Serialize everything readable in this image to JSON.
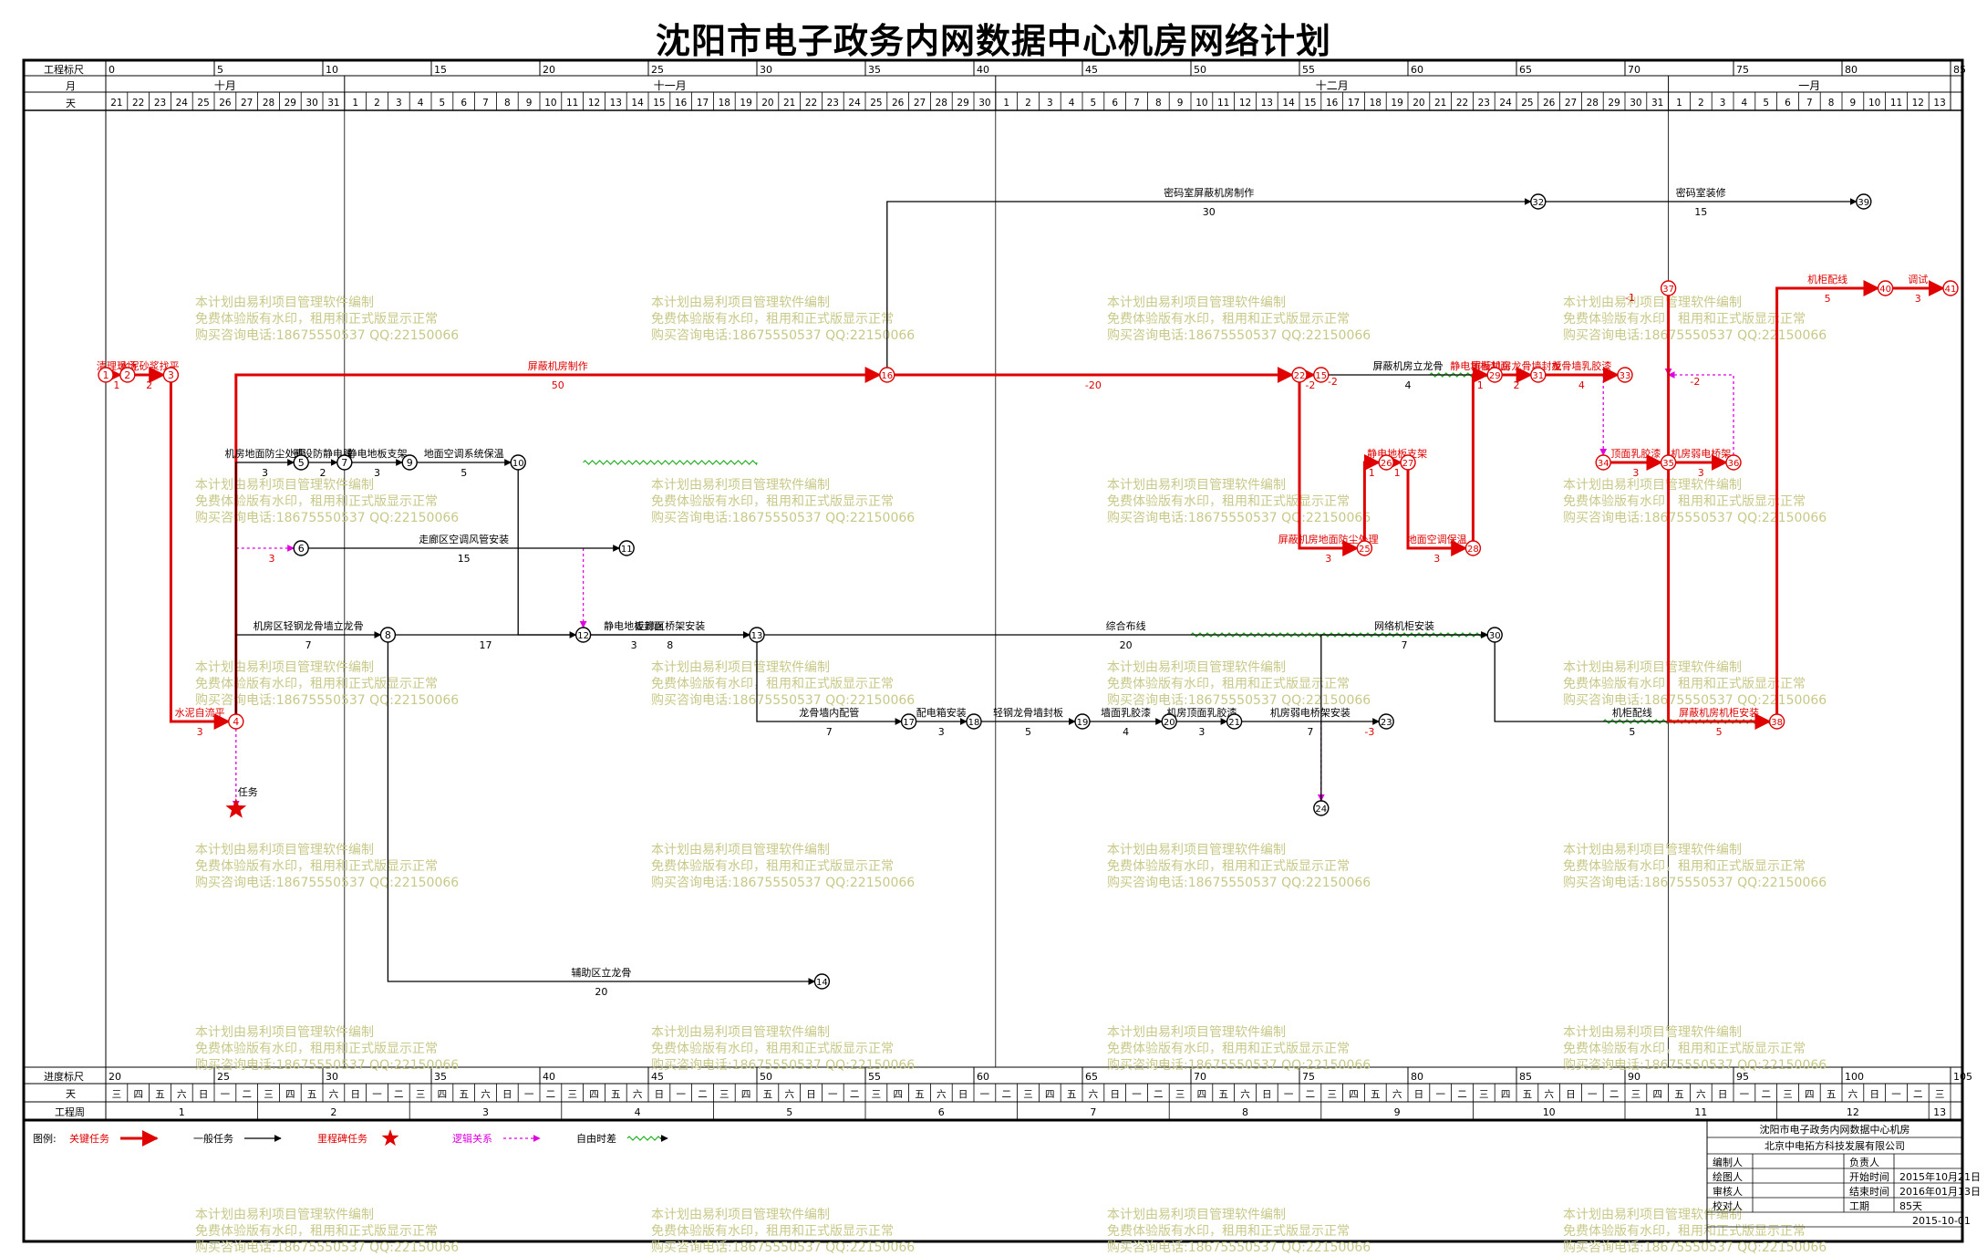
{
  "title": "沈阳市电子政务内网数据中心机房网络计划",
  "header_labels": {
    "scale": "工程标尺",
    "month": "月",
    "day": "天"
  },
  "footer_labels": {
    "progress": "进度标尺",
    "day": "天",
    "week": "工程周"
  },
  "months": [
    {
      "label": "十月",
      "start": 0,
      "end": 11
    },
    {
      "label": "十一月",
      "start": 11,
      "end": 41
    },
    {
      "label": "十二月",
      "start": 41,
      "end": 72
    },
    {
      "label": "一月",
      "start": 72,
      "end": 85
    }
  ],
  "top_scale": [
    "0",
    "5",
    "10",
    "15",
    "20",
    "25",
    "30",
    "35",
    "40",
    "45",
    "50",
    "55",
    "60",
    "65",
    "70",
    "75",
    "80",
    "85"
  ],
  "bottom_scale": [
    "20",
    "25",
    "30",
    "35",
    "40",
    "45",
    "50",
    "55",
    "60",
    "65",
    "70",
    "75",
    "80",
    "85",
    "90",
    "95",
    "100",
    "105"
  ],
  "days": [
    "21",
    "22",
    "23",
    "24",
    "25",
    "26",
    "27",
    "28",
    "29",
    "30",
    "31",
    "1",
    "2",
    "3",
    "4",
    "5",
    "6",
    "7",
    "8",
    "9",
    "10",
    "11",
    "12",
    "13",
    "14",
    "15",
    "16",
    "17",
    "18",
    "19",
    "20",
    "21",
    "22",
    "23",
    "24",
    "25",
    "26",
    "27",
    "28",
    "29",
    "30",
    "1",
    "2",
    "3",
    "4",
    "5",
    "6",
    "7",
    "8",
    "9",
    "10",
    "11",
    "12",
    "13",
    "14",
    "15",
    "16",
    "17",
    "18",
    "19",
    "20",
    "21",
    "22",
    "23",
    "24",
    "25",
    "26",
    "27",
    "28",
    "29",
    "30",
    "31",
    "1",
    "2",
    "3",
    "4",
    "5",
    "6",
    "7",
    "8",
    "9",
    "10",
    "11",
    "12",
    "13"
  ],
  "weekdays": [
    "三",
    "四",
    "五",
    "六",
    "日",
    "一",
    "二"
  ],
  "weeks": [
    "1",
    "2",
    "3",
    "4",
    "5",
    "6",
    "7",
    "8",
    "9",
    "10",
    "11",
    "12",
    "13"
  ],
  "watermark": [
    "本计划由易利项目管理软件编制",
    "免费体验版有水印，租用和正式版显示正常",
    "购买咨询电话:18675550537 QQ:22150066"
  ],
  "legend": {
    "label": "图例:",
    "items": [
      {
        "label": "关键任务",
        "type": "critical"
      },
      {
        "label": "一般任务",
        "type": "normal"
      },
      {
        "label": "里程碑任务",
        "type": "milestone"
      },
      {
        "label": "逻辑关系",
        "type": "logic"
      },
      {
        "label": "自由时差",
        "type": "float"
      }
    ]
  },
  "info": {
    "project": "沈阳市电子政务内网数据中心机房",
    "company": "北京中电拓方科技发展有限公司",
    "rows": [
      {
        "k": "编制人",
        "v": "",
        "k2": "负责人",
        "v2": ""
      },
      {
        "k": "绘图人",
        "v": "",
        "k2": "开始时间",
        "v2": "2015年10月21日"
      },
      {
        "k": "审核人",
        "v": "",
        "k2": "结束时间",
        "v2": "2016年01月13日"
      },
      {
        "k": "校对人",
        "v": "",
        "k2": "工期",
        "v2": "85天"
      }
    ],
    "date": "2015-10-01"
  },
  "nodes": [
    {
      "id": "1",
      "t": 0,
      "row": "A",
      "c": 1
    },
    {
      "id": "2",
      "t": 1,
      "row": "A",
      "c": 1
    },
    {
      "id": "3",
      "t": 3,
      "row": "A",
      "c": 1
    },
    {
      "id": "4",
      "t": 6,
      "row": "K",
      "c": 1
    },
    {
      "id": "5",
      "t": 9,
      "row": "D",
      "c": 0
    },
    {
      "id": "6",
      "t": 9,
      "row": "F",
      "c": 0
    },
    {
      "id": "7",
      "t": 11,
      "row": "D",
      "c": 0
    },
    {
      "id": "8",
      "t": 13,
      "row": "H",
      "c": 0
    },
    {
      "id": "9",
      "t": 14,
      "row": "D",
      "c": 0
    },
    {
      "id": "10",
      "t": 19,
      "row": "D",
      "c": 0
    },
    {
      "id": "11",
      "t": 24,
      "row": "F",
      "c": 0
    },
    {
      "id": "12",
      "t": 22,
      "row": "H",
      "c": 0
    },
    {
      "id": "13",
      "t": 30,
      "row": "H",
      "c": 0
    },
    {
      "id": "14",
      "t": 33,
      "row": "N",
      "c": 0
    },
    {
      "id": "15",
      "t": 56,
      "row": "A",
      "c": 1
    },
    {
      "id": "16",
      "t": 36,
      "row": "A",
      "c": 1
    },
    {
      "id": "17",
      "t": 37,
      "row": "K",
      "c": 0
    },
    {
      "id": "18",
      "t": 40,
      "row": "K",
      "c": 0
    },
    {
      "id": "19",
      "t": 45,
      "row": "K",
      "c": 0
    },
    {
      "id": "20",
      "t": 49,
      "row": "K",
      "c": 0
    },
    {
      "id": "21",
      "t": 52,
      "row": "K",
      "c": 0
    },
    {
      "id": "22",
      "t": 55,
      "row": "A",
      "c": 1
    },
    {
      "id": "23",
      "t": 59,
      "row": "K",
      "c": 0
    },
    {
      "id": "24",
      "t": 56,
      "row": "L",
      "c": 0
    },
    {
      "id": "25",
      "t": 58,
      "row": "F",
      "c": 1
    },
    {
      "id": "26",
      "t": 59,
      "row": "D",
      "c": 1
    },
    {
      "id": "27",
      "t": 60,
      "row": "D",
      "c": 1
    },
    {
      "id": "28",
      "t": 63,
      "row": "F",
      "c": 1
    },
    {
      "id": "29",
      "t": 64,
      "row": "A",
      "c": 1
    },
    {
      "id": "30",
      "t": 64,
      "row": "H",
      "c": 0
    },
    {
      "id": "31",
      "t": 66,
      "row": "A",
      "c": 1
    },
    {
      "id": "32",
      "t": 66,
      "row": "P",
      "c": 0
    },
    {
      "id": "33",
      "t": 70,
      "row": "A",
      "c": 1
    },
    {
      "id": "34",
      "t": 69,
      "row": "D",
      "c": 1
    },
    {
      "id": "35",
      "t": 72,
      "row": "D",
      "c": 1
    },
    {
      "id": "36",
      "t": 75,
      "row": "D",
      "c": 1
    },
    {
      "id": "37",
      "t": 72,
      "row": "Q",
      "c": 1
    },
    {
      "id": "38",
      "t": 77,
      "row": "K",
      "c": 1
    },
    {
      "id": "39",
      "t": 81,
      "row": "P",
      "c": 0
    },
    {
      "id": "40",
      "t": 82,
      "row": "Q",
      "c": 1
    },
    {
      "id": "41",
      "t": 85,
      "row": "Q",
      "c": 1
    }
  ],
  "tasks": [
    {
      "f": "1",
      "to": "2",
      "name": "清理现场",
      "d": "1",
      "c": 1
    },
    {
      "f": "2",
      "to": "3",
      "name": "水泥砂浆找平",
      "d": "2",
      "c": 1
    },
    {
      "f": "3",
      "to": "4",
      "name": "水泥自流平",
      "d": "3",
      "c": 1
    },
    {
      "f": "4",
      "to": "16",
      "name": "屏蔽机房制作",
      "d": "50",
      "c": 1
    },
    {
      "f": "16",
      "to": "22",
      "name": "",
      "d": "-20",
      "c": 1
    },
    {
      "f": "22",
      "to": "15",
      "name": "",
      "d": "-2",
      "c": 1
    },
    {
      "f": "15",
      "to": "29",
      "name": "屏蔽机房立龙骨",
      "d": "4",
      "c": 0
    },
    {
      "f": "29",
      "to": "31",
      "name": "屏蔽机房龙骨墙封板",
      "d": "2",
      "c": 1
    },
    {
      "f": "31",
      "to": "33",
      "name": "龙骨墙乳胶漆",
      "d": "4",
      "c": 1
    },
    {
      "f": "4",
      "to": "5",
      "name": "机房地面防尘处理",
      "d": "3",
      "c": 0
    },
    {
      "f": "5",
      "to": "7",
      "name": "铺设防静电膜",
      "d": "2",
      "c": 0
    },
    {
      "f": "7",
      "to": "9",
      "name": "静电地板支架",
      "d": "3",
      "c": 0
    },
    {
      "f": "9",
      "to": "10",
      "name": "地面空调系统保温",
      "d": "5",
      "c": 0
    },
    {
      "f": "10",
      "to": "13",
      "name": "静电地板封面",
      "d": "3",
      "c": 0
    },
    {
      "f": "6",
      "to": "11",
      "name": "走廊区空调风管安装",
      "d": "15",
      "c": 0
    },
    {
      "f": "8",
      "to": "12",
      "name": "",
      "d": "17",
      "c": 0
    },
    {
      "f": "12",
      "to": "13",
      "name": "走廊区桥架安装",
      "d": "8",
      "c": 0
    },
    {
      "f": "13",
      "to": "30",
      "name": "综合布线",
      "d": "20",
      "c": 0
    },
    {
      "f": "4",
      "to": "8",
      "name": "机房区轻钢龙骨墙立龙骨",
      "d": "7",
      "c": 0
    },
    {
      "f": "8",
      "to": "14",
      "name": "辅助区立龙骨",
      "d": "20",
      "c": 0
    },
    {
      "f": "13",
      "to": "17",
      "name": "龙骨墙内配管",
      "d": "7",
      "c": 0
    },
    {
      "f": "17",
      "to": "18",
      "name": "配电箱安装",
      "d": "3",
      "c": 0
    },
    {
      "f": "18",
      "to": "19",
      "name": "轻钢龙骨墙封板",
      "d": "5",
      "c": 0
    },
    {
      "f": "19",
      "to": "20",
      "name": "墙面乳胶漆",
      "d": "4",
      "c": 0
    },
    {
      "f": "20",
      "to": "21",
      "name": "机房顶面乳胶漆",
      "d": "3",
      "c": 0
    },
    {
      "f": "21",
      "to": "23",
      "name": "机房弱电桥架安装",
      "d": "7",
      "c": 0
    },
    {
      "f": "24",
      "to": "30",
      "name": "网络机柜安装",
      "d": "7",
      "c": 0
    },
    {
      "f": "22",
      "to": "25",
      "name": "屏蔽机房地面防尘处理",
      "d": "3",
      "c": 1
    },
    {
      "f": "25",
      "to": "26",
      "name": "",
      "d": "1",
      "c": 1
    },
    {
      "f": "26",
      "to": "27",
      "name": "静电地板支架",
      "d": "1",
      "c": 1
    },
    {
      "f": "27",
      "to": "28",
      "name": "地面空调保温",
      "d": "3",
      "c": 1
    },
    {
      "f": "28",
      "to": "29",
      "name": "静电地板封面",
      "d": "1",
      "c": 1
    },
    {
      "f": "30",
      "to": "38",
      "name": "机柜配线",
      "d": "5",
      "c": 0
    },
    {
      "f": "16",
      "to": "32",
      "name": "密码室屏蔽机房制作",
      "d": "30",
      "c": 0
    },
    {
      "f": "32",
      "to": "39",
      "name": "密码室装修",
      "d": "15",
      "c": 0
    },
    {
      "f": "34",
      "to": "35",
      "name": "顶面乳胶漆",
      "d": "3",
      "c": 1
    },
    {
      "f": "35",
      "to": "36",
      "name": "机房弱电桥架",
      "d": "3",
      "c": 1
    },
    {
      "f": "37",
      "to": "38",
      "name": "屏蔽机房机柜安装",
      "d": "5",
      "c": 1
    },
    {
      "f": "38",
      "to": "40",
      "name": "机柜配线",
      "d": "5",
      "c": 1
    },
    {
      "f": "40",
      "to": "41",
      "name": "调试",
      "d": "3",
      "c": 1
    }
  ],
  "milestone": {
    "label": "任务"
  },
  "float_values": [
    "3",
    "-2",
    "-3",
    "-1",
    "-2"
  ]
}
